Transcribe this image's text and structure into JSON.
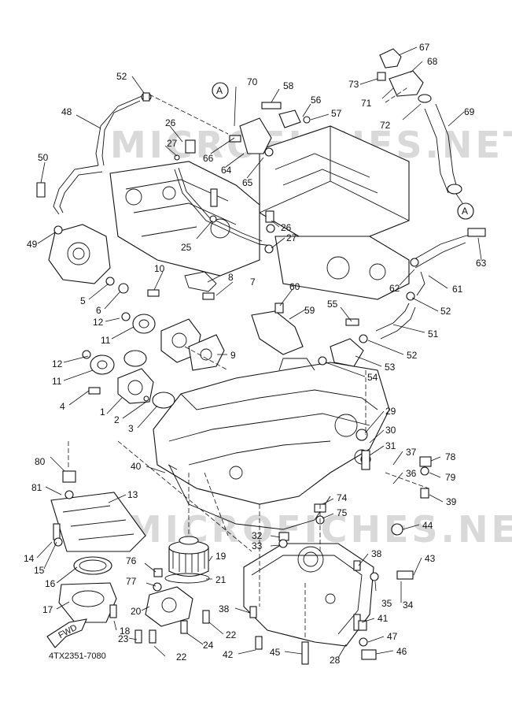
{
  "watermark": "MICROFICHES.NET",
  "drawing_code": "4TX2351-7080",
  "fwd_label": "FWD",
  "ref_marker": "A",
  "callouts": [
    {
      "id": "c1",
      "text": "1"
    },
    {
      "id": "c2",
      "text": "2"
    },
    {
      "id": "c3",
      "text": "3"
    },
    {
      "id": "c4",
      "text": "4"
    },
    {
      "id": "c5",
      "text": "5"
    },
    {
      "id": "c6",
      "text": "6"
    },
    {
      "id": "c7",
      "text": "7"
    },
    {
      "id": "c8",
      "text": "8"
    },
    {
      "id": "c9",
      "text": "9"
    },
    {
      "id": "c10",
      "text": "10"
    },
    {
      "id": "c11a",
      "text": "11"
    },
    {
      "id": "c11b",
      "text": "11"
    },
    {
      "id": "c12a",
      "text": "12"
    },
    {
      "id": "c12b",
      "text": "12"
    },
    {
      "id": "c13",
      "text": "13"
    },
    {
      "id": "c14",
      "text": "14"
    },
    {
      "id": "c15",
      "text": "15"
    },
    {
      "id": "c16",
      "text": "16"
    },
    {
      "id": "c17",
      "text": "17"
    },
    {
      "id": "c18",
      "text": "18"
    },
    {
      "id": "c19",
      "text": "19"
    },
    {
      "id": "c20",
      "text": "20"
    },
    {
      "id": "c21",
      "text": "21"
    },
    {
      "id": "c22a",
      "text": "22"
    },
    {
      "id": "c22b",
      "text": "22"
    },
    {
      "id": "c23",
      "text": "23"
    },
    {
      "id": "c24",
      "text": "24"
    },
    {
      "id": "c25",
      "text": "25"
    },
    {
      "id": "c26a",
      "text": "26"
    },
    {
      "id": "c26b",
      "text": "26"
    },
    {
      "id": "c27a",
      "text": "27"
    },
    {
      "id": "c27b",
      "text": "27"
    },
    {
      "id": "c28",
      "text": "28"
    },
    {
      "id": "c29",
      "text": "29"
    },
    {
      "id": "c30",
      "text": "30"
    },
    {
      "id": "c31",
      "text": "31"
    },
    {
      "id": "c32",
      "text": "32"
    },
    {
      "id": "c33",
      "text": "33"
    },
    {
      "id": "c34",
      "text": "34"
    },
    {
      "id": "c35",
      "text": "35"
    },
    {
      "id": "c36",
      "text": "36"
    },
    {
      "id": "c37",
      "text": "37"
    },
    {
      "id": "c38a",
      "text": "38"
    },
    {
      "id": "c38b",
      "text": "38"
    },
    {
      "id": "c39",
      "text": "39"
    },
    {
      "id": "c40",
      "text": "40"
    },
    {
      "id": "c41",
      "text": "41"
    },
    {
      "id": "c42",
      "text": "42"
    },
    {
      "id": "c43",
      "text": "43"
    },
    {
      "id": "c44",
      "text": "44"
    },
    {
      "id": "c45",
      "text": "45"
    },
    {
      "id": "c46",
      "text": "46"
    },
    {
      "id": "c47",
      "text": "47"
    },
    {
      "id": "c48",
      "text": "48"
    },
    {
      "id": "c49",
      "text": "49"
    },
    {
      "id": "c50",
      "text": "50"
    },
    {
      "id": "c51",
      "text": "51"
    },
    {
      "id": "c52a",
      "text": "52"
    },
    {
      "id": "c52b",
      "text": "52"
    },
    {
      "id": "c52c",
      "text": "52"
    },
    {
      "id": "c53",
      "text": "53"
    },
    {
      "id": "c54",
      "text": "54"
    },
    {
      "id": "c55",
      "text": "55"
    },
    {
      "id": "c56",
      "text": "56"
    },
    {
      "id": "c57",
      "text": "57"
    },
    {
      "id": "c58",
      "text": "58"
    },
    {
      "id": "c59",
      "text": "59"
    },
    {
      "id": "c60",
      "text": "60"
    },
    {
      "id": "c61",
      "text": "61"
    },
    {
      "id": "c62",
      "text": "62"
    },
    {
      "id": "c63",
      "text": "63"
    },
    {
      "id": "c64",
      "text": "64"
    },
    {
      "id": "c65",
      "text": "65"
    },
    {
      "id": "c66",
      "text": "66"
    },
    {
      "id": "c67",
      "text": "67"
    },
    {
      "id": "c68",
      "text": "68"
    },
    {
      "id": "c69",
      "text": "69"
    },
    {
      "id": "c70",
      "text": "70"
    },
    {
      "id": "c71",
      "text": "71"
    },
    {
      "id": "c72",
      "text": "72"
    },
    {
      "id": "c73",
      "text": "73"
    },
    {
      "id": "c74",
      "text": "74"
    },
    {
      "id": "c75",
      "text": "75"
    },
    {
      "id": "c76",
      "text": "76"
    },
    {
      "id": "c77",
      "text": "77"
    },
    {
      "id": "c78",
      "text": "78"
    },
    {
      "id": "c79",
      "text": "79"
    },
    {
      "id": "c80",
      "text": "80"
    },
    {
      "id": "c81",
      "text": "81"
    }
  ]
}
